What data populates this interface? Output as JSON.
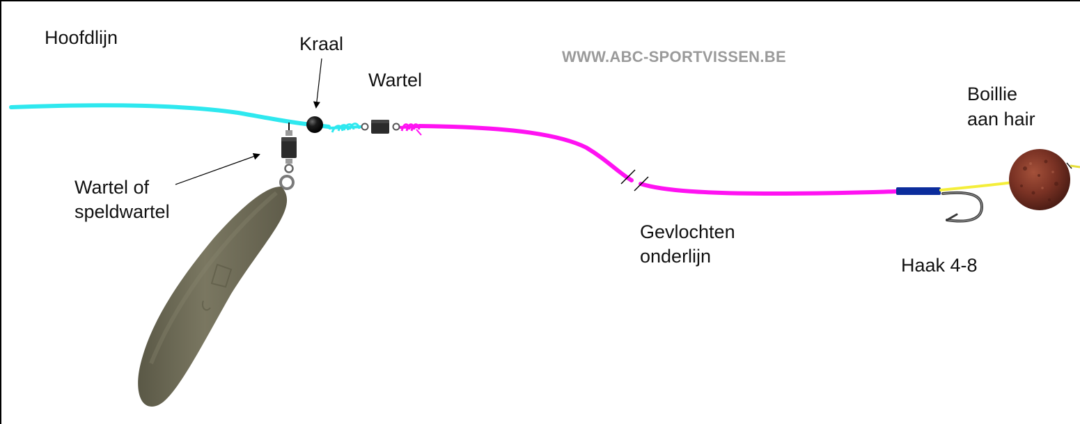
{
  "labels": {
    "main_line": "Hoofdlijn",
    "bead": "Kraal",
    "swivel": "Wartel",
    "clip_swivel_line1": "Wartel of",
    "clip_swivel_line2": "speldwartel",
    "braided_line1": "Gevlochten",
    "braided_line2": "onderlijn",
    "hook": "Haak 4-8",
    "boilie_line1": "Boillie",
    "boilie_line2": "aan hair"
  },
  "watermark": "WWW.ABC-SPORTVISSEN.BE",
  "colors": {
    "main_line": "#2ee8ef",
    "braid": "#ff12f2",
    "shrink_tube": "#0b2c9c",
    "hair": "#f4ee3a",
    "lead": "#6f6c58",
    "boilie": "#7a3224",
    "bead": "#1a1a1a",
    "swivel": "#2b2b2b"
  },
  "icons": {
    "lead": "lead-weight-icon",
    "bead": "bead-icon",
    "swivel": "swivel-icon",
    "hook": "hook-icon",
    "boilie": "boilie-icon"
  }
}
